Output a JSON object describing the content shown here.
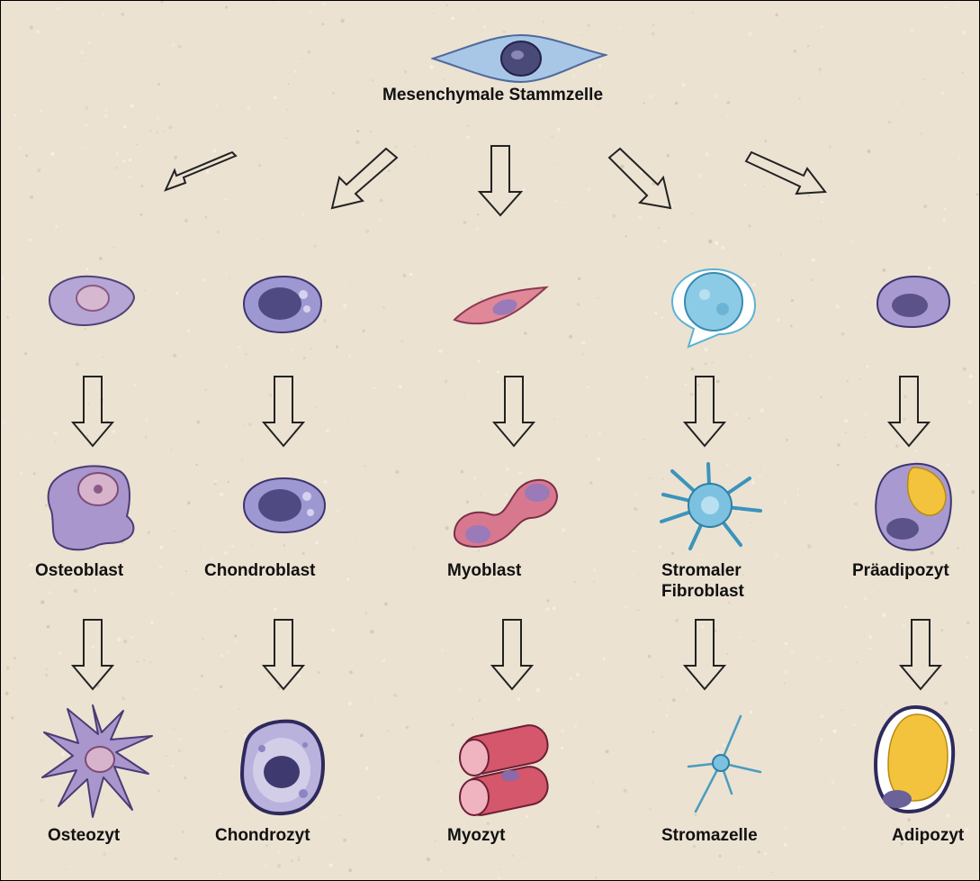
{
  "title": "Mesenchymale Stammzelle",
  "lineages": [
    {
      "stage2": "Osteoblast",
      "stage3": "Osteozyt"
    },
    {
      "stage2": "Chondroblast",
      "stage3": "Chondrozyt"
    },
    {
      "stage2": "Myoblast",
      "stage3": "Myozyt"
    },
    {
      "stage2_line1": "Stromaler",
      "stage2_line2": "Fibroblast",
      "stage3": "Stromazelle"
    },
    {
      "stage2": "Präadipozyt",
      "stage3": "Adipozyt"
    }
  ],
  "colors": {
    "background": "#ebe2d2",
    "cell_purple": "#9e8cc4",
    "cell_blue": "#7fc4e0",
    "cell_red": "#d46a7c",
    "fat_yellow": "#f3c33d"
  }
}
